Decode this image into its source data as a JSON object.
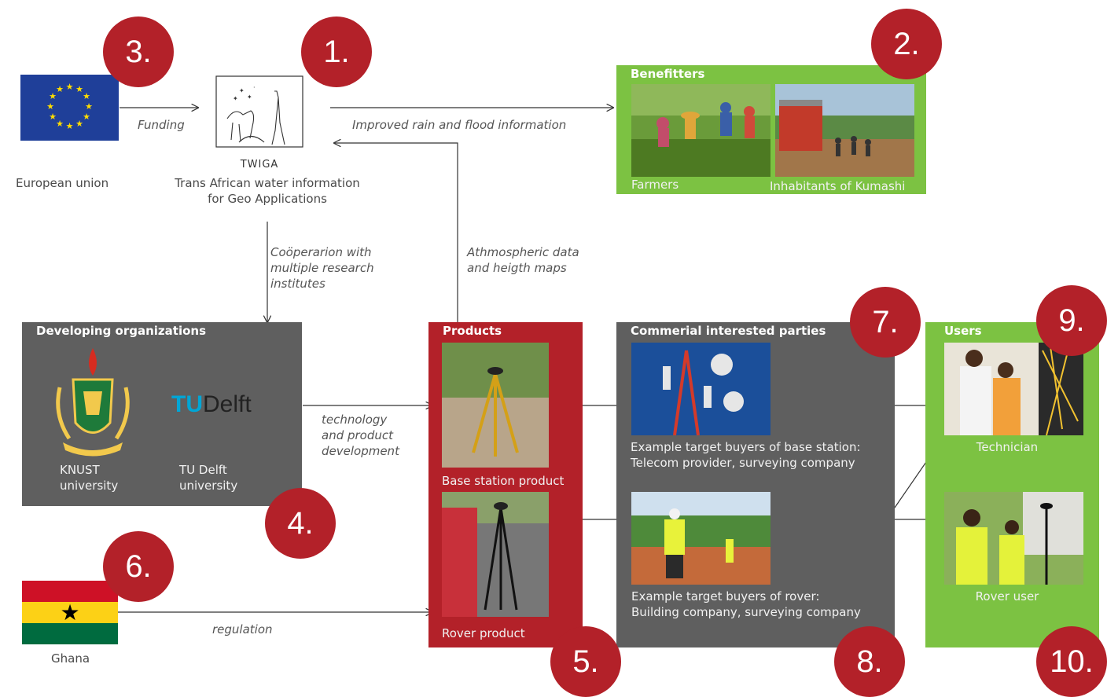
{
  "eu": {
    "label": "European union"
  },
  "twiga": {
    "logo_text": "TWIGA",
    "name_line1": "Trans African water information",
    "name_line2": "for Geo Applications"
  },
  "flows": {
    "funding": "Funding",
    "improved_info": "Improved rain and flood information",
    "cooperation": [
      "Coöperarion with",
      "multiple research",
      "institutes"
    ],
    "atmos": [
      "Athmospheric data",
      "and heigth maps"
    ],
    "tech": [
      "technology",
      "and product",
      "development"
    ],
    "regulation": "regulation"
  },
  "benefitters": {
    "title": "Benefitters",
    "farmers": "Farmers",
    "inhabitants": "Inhabitants of Kumashi"
  },
  "developing": {
    "title": "Developing organizations",
    "knust": [
      "KNUST",
      "university"
    ],
    "tudelft": [
      "TU Delft",
      "university"
    ],
    "tudelft_logo": "TU",
    "tudelft_logo2": "Delft"
  },
  "products": {
    "title": "Products",
    "base": "Base station product",
    "rover": "Rover product"
  },
  "commercial": {
    "title": "Commerial interested parties",
    "base_text": [
      "Example target buyers of base station:",
      "Telecom provider, surveying company"
    ],
    "rover_text": [
      "Example target buyers of rover:",
      "Building company, surveying company"
    ]
  },
  "users": {
    "title": "Users",
    "technician": "Technician",
    "rover_user": "Rover user"
  },
  "ghana": {
    "label": "Ghana"
  },
  "numbers": [
    "1.",
    "2.",
    "3.",
    "4.",
    "5.",
    "6.",
    "7.",
    "8.",
    "9.",
    "10."
  ],
  "colors": {
    "accent_red": "#b32129",
    "green": "#7cc242",
    "grey": "#5f5f5f",
    "eu_blue": "#1f3f99",
    "eu_star": "#ffdd00"
  }
}
